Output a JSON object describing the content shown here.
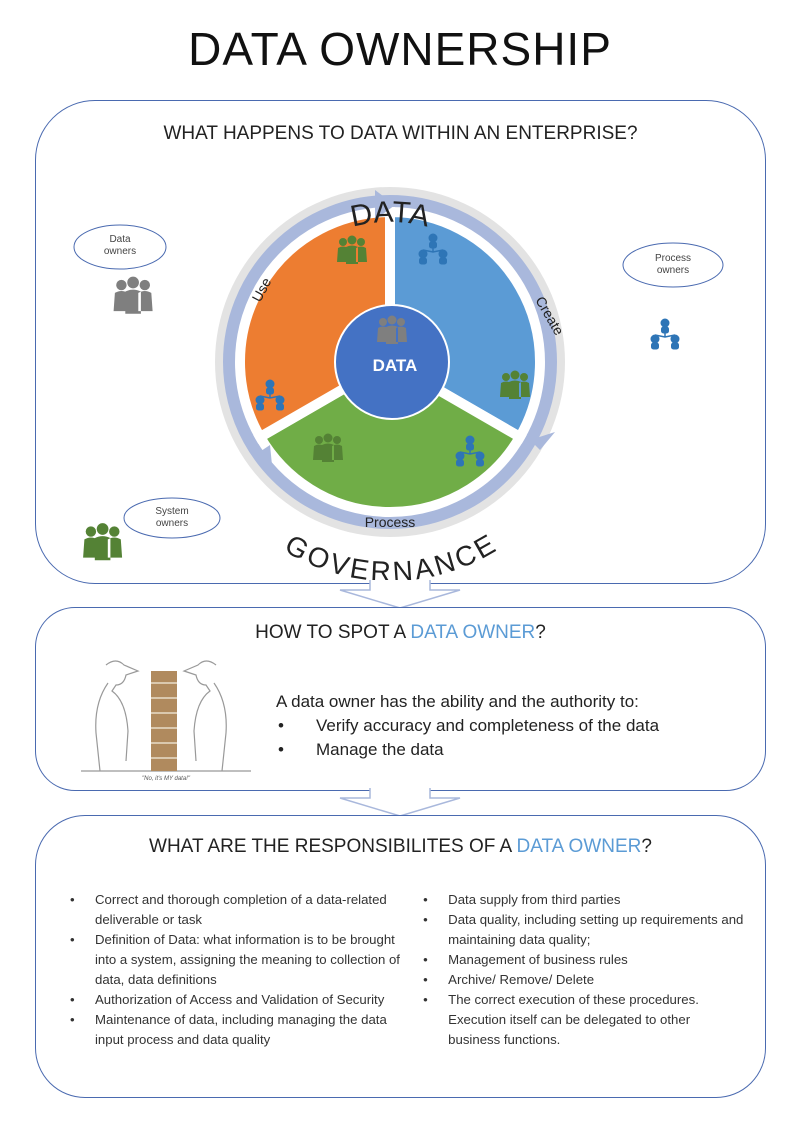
{
  "title": "DATA OWNERSHIP",
  "section1": {
    "heading": "WHAT HAPPENS TO DATA WITHIN AN ENTERPRISE?",
    "ring_top": "DATA",
    "ring_bottom": "GOVERNANCE",
    "center": "DATA",
    "segments": [
      {
        "label": "Create",
        "color": "#5b9bd5"
      },
      {
        "label": "Process",
        "color": "#70ad47"
      },
      {
        "label": "Use",
        "color": "#ed7d31"
      }
    ],
    "callouts": {
      "data_owners": "Data owners",
      "process_owners": "Process owners",
      "system_owners": "System owners"
    }
  },
  "section2": {
    "heading_prefix": "HOW TO SPOT A ",
    "heading_accent": "DATA OWNER",
    "heading_suffix": "?",
    "cartoon_caption": "\"No, it's MY data!\"",
    "intro": "A data owner has the ability and the authority to:",
    "bullets": [
      "Verify accuracy and completeness of the data",
      "Manage the data"
    ]
  },
  "section3": {
    "heading_prefix": "WHAT ARE THE RESPONSIBILITES OF A ",
    "heading_accent": "DATA OWNER",
    "heading_suffix": "?",
    "left": [
      "Correct and thorough completion of a data-related deliverable or task",
      "Definition of Data: what information is to be brought into a system, assigning the meaning to collection of data, data definitions",
      "Authorization of Access and Validation of Security",
      "Maintenance of data, including managing the data input process and data quality"
    ],
    "right": [
      "Data supply from third parties",
      "Data quality, including setting up requirements and maintaining data quality;",
      "Management of business rules",
      "Archive/ Remove/ Delete",
      "The correct execution of these procedures. Execution itself can be delegated to other business functions."
    ]
  },
  "colors": {
    "border": "#4a6ab0",
    "accent": "#5b9bd5",
    "ring": "#e3e3e3",
    "arrow": "#a9b8dc",
    "center": "#4472c4"
  }
}
